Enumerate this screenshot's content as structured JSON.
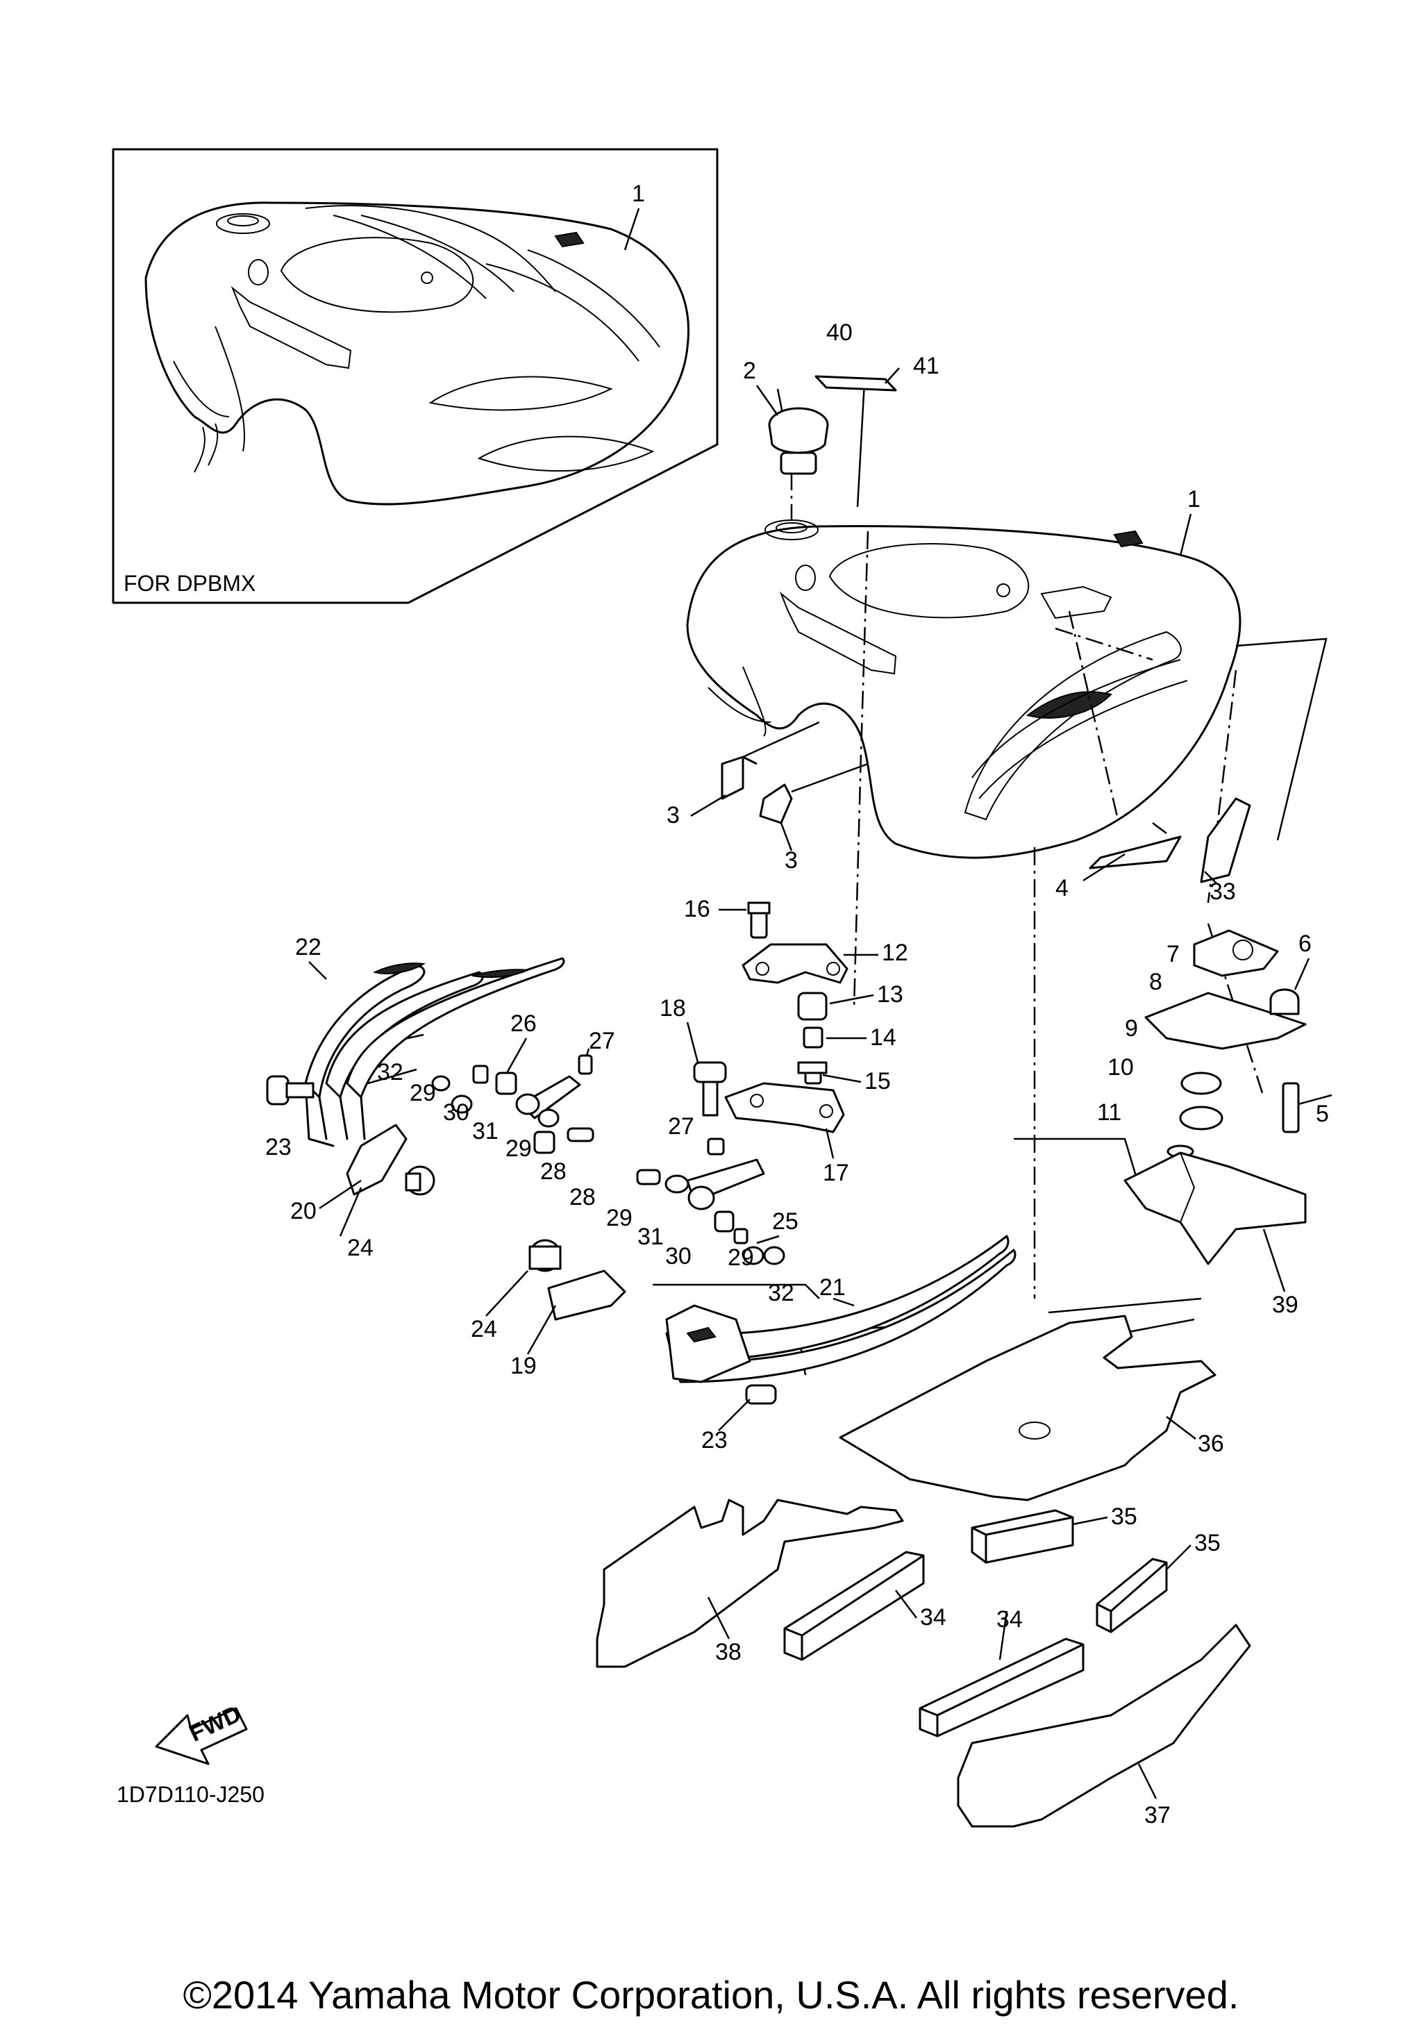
{
  "inset": {
    "caption": "FOR DPBMX",
    "part_number": "1"
  },
  "diagram_code": "1D7D110-J250",
  "copyright": "©2014 Yamaha Motor Corporation, U.S.A. All rights reserved.",
  "fwd_label": "FWD",
  "callouts": [
    "1",
    "2",
    "40",
    "41",
    "3",
    "3",
    "4",
    "33",
    "16",
    "12",
    "13",
    "14",
    "15",
    "17",
    "18",
    "7",
    "6",
    "8",
    "9",
    "10",
    "11",
    "5",
    "39",
    "22",
    "26",
    "27",
    "32",
    "29",
    "30",
    "31",
    "29",
    "28",
    "23",
    "20",
    "24",
    "27",
    "28",
    "29",
    "31",
    "30",
    "29",
    "32",
    "25",
    "21",
    "24",
    "19",
    "23",
    "36",
    "35",
    "35",
    "34",
    "34",
    "38",
    "37"
  ]
}
